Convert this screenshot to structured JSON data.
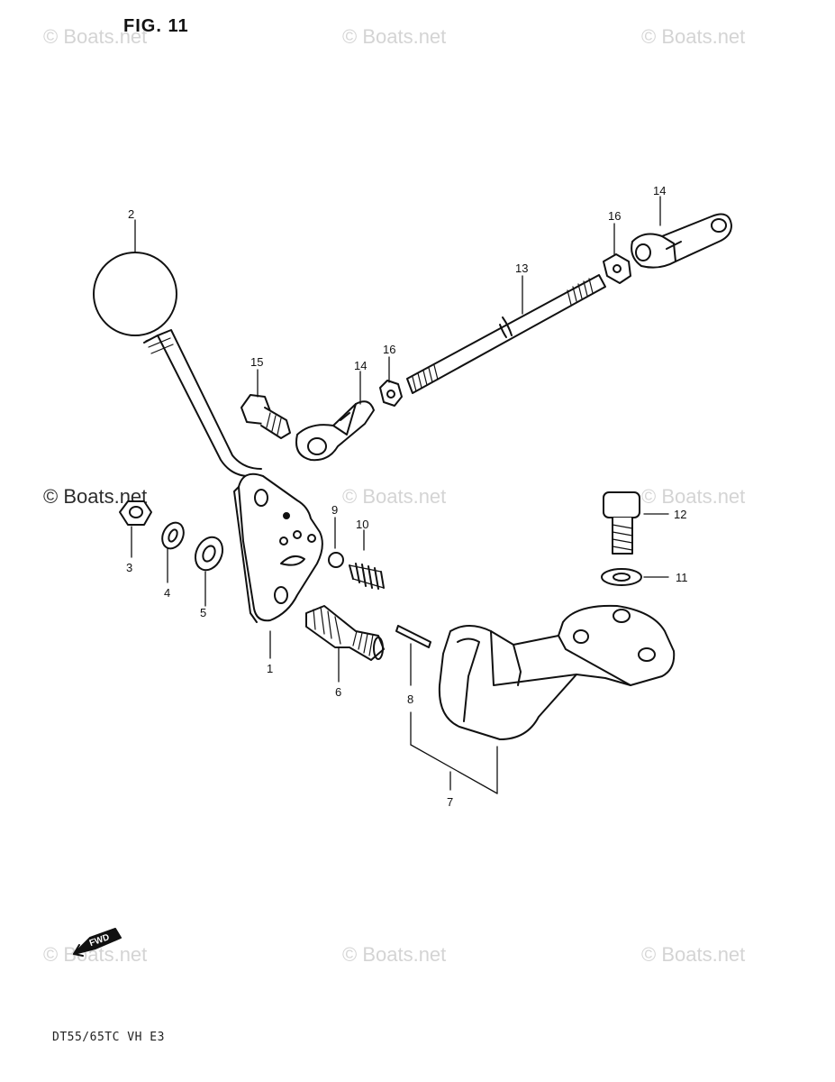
{
  "title": "FIG. 11",
  "model_code": "DT55/65TC VH E3",
  "watermark": "© Boats.net",
  "fwd_label": "FWD",
  "callouts": {
    "c1": "1",
    "c2": "2",
    "c3": "3",
    "c4": "4",
    "c5": "5",
    "c6": "6",
    "c7": "7",
    "c8": "8",
    "c9": "9",
    "c10": "10",
    "c11": "11",
    "c12": "12",
    "c13": "13",
    "c14a": "14",
    "c14b": "14",
    "c15": "15",
    "c16a": "16",
    "c16b": "16"
  }
}
